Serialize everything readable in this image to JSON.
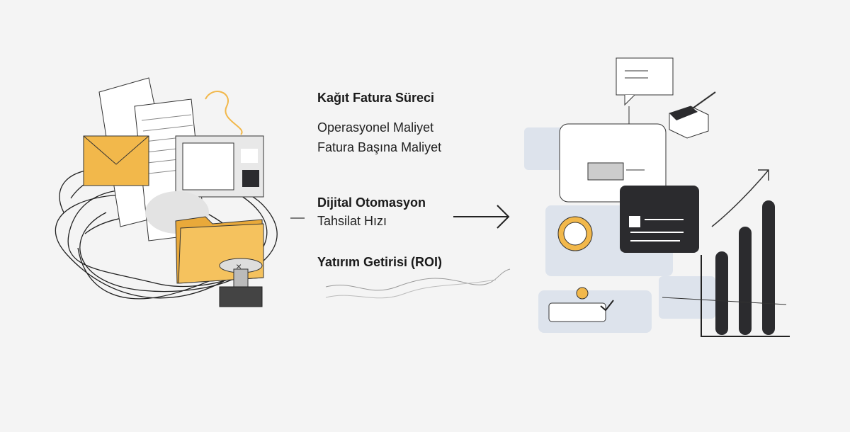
{
  "labels": {
    "paper_process": "Kağıt Fatura Süreci",
    "operational_cost": "Operasyonel Maliyet",
    "cost_per_invoice": "Fatura Başına Maliyet",
    "digital_automation": "Dijital Otomasyon",
    "collection_speed": "Tahsilat Hızı",
    "roi": "Yatırım Getirisi (ROI)"
  },
  "colors": {
    "background": "#f4f4f4",
    "accent_yellow": "#f2b84b",
    "dark": "#2b2b2e",
    "light_blue": "#dde3ec"
  },
  "icons": [
    "envelope-icon",
    "document-icon",
    "folder-icon",
    "stamp-icon",
    "arrow-right-icon",
    "monitor-icon",
    "bar-chart-icon",
    "coin-icon",
    "trend-arrow-icon"
  ]
}
